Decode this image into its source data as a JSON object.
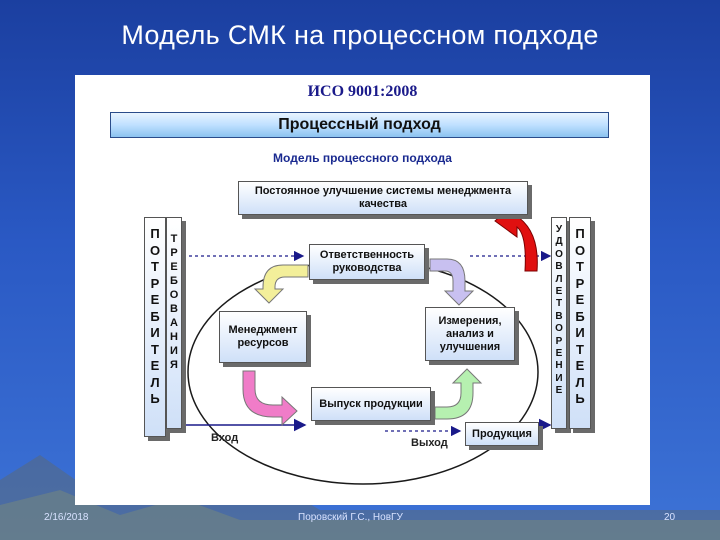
{
  "slide": {
    "title": "Модель СМК на процессном подходе"
  },
  "panel": {
    "standard": "ИСО 9001:2008",
    "banner": "Процессный подход",
    "subtitle": "Модель процессного подхода"
  },
  "diagram": {
    "improvement": "Постоянное улучшение системы менеджмента качества",
    "responsibility": "Ответственность руководства",
    "resources": "Менеджмент ресурсов",
    "measurement": "Измерения, анализ и улучшения",
    "output_product": "Выпуск продукции",
    "product": "Продукция",
    "input_label": "Вход",
    "output_label": "Выход",
    "consumers_left": [
      "П",
      "О",
      "Т",
      "Р",
      "Е",
      "Б",
      "И",
      "Т",
      "Е",
      "Л",
      "Ь"
    ],
    "requirements": [
      "Т",
      "Р",
      "Е",
      "Б",
      "О",
      "В",
      "А",
      "Н",
      "И",
      "Я"
    ],
    "satisfaction": [
      "У",
      "Д",
      "О",
      "В",
      "Л",
      "Е",
      "Т",
      "В",
      "О",
      "Р",
      "Е",
      "Н",
      "И",
      "Е"
    ],
    "consumers_right": [
      "П",
      "О",
      "Т",
      "Р",
      "Е",
      "Б",
      "И",
      "Т",
      "Е",
      "Л",
      "Ь"
    ]
  },
  "footer": {
    "date": "2/16/2018",
    "author": "Поровский Г.С., НовГУ",
    "page": "20"
  },
  "colors": {
    "background": "#2a59c4",
    "cycle_arrow_yellow": "#f3ef9a",
    "cycle_arrow_lilac": "#c8c0f0",
    "cycle_arrow_pink": "#f07cc8",
    "cycle_arrow_green": "#b6f0b0",
    "improvement_arrow_red": "#e01010"
  }
}
